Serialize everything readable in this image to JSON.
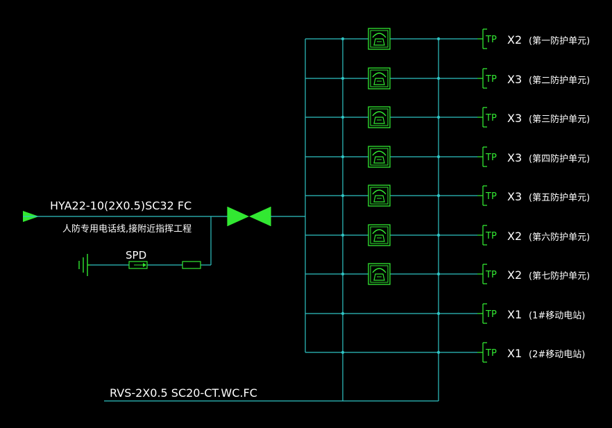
{
  "colors": {
    "background": "#000000",
    "wire": "#2fc4c4",
    "device": "#32e832",
    "text": "#ffffff"
  },
  "incoming": {
    "cable_label": "HYA22-10(2X0.5)SC32 FC",
    "description": "人防专用电话线,接附近指挥工程",
    "spd_label": "SPD"
  },
  "bus_cable_label": "RVS-2X0.5 SC20-CT.WC.FC",
  "icons": {
    "feed_arrow": "arrow-right-icon",
    "junction_box": "bowtie-distribution-icon",
    "spd": "surge-protector-icon",
    "fuse": "fuse-icon",
    "ground": "ground-icon",
    "telephone": "telephone-icon",
    "outlet": "tp-outlet-icon"
  },
  "branches": [
    {
      "has_phone": true,
      "outlet": "TP",
      "count": "X2",
      "area": "(第一防护单元)"
    },
    {
      "has_phone": true,
      "outlet": "TP",
      "count": "X3",
      "area": "(第二防护单元)"
    },
    {
      "has_phone": true,
      "outlet": "TP",
      "count": "X3",
      "area": "(第三防护单元)"
    },
    {
      "has_phone": true,
      "outlet": "TP",
      "count": "X3",
      "area": "(第四防护单元)"
    },
    {
      "has_phone": true,
      "outlet": "TP",
      "count": "X3",
      "area": "(第五防护单元)"
    },
    {
      "has_phone": true,
      "outlet": "TP",
      "count": "X2",
      "area": "(第六防护单元)"
    },
    {
      "has_phone": true,
      "outlet": "TP",
      "count": "X2",
      "area": "(第七防护单元)"
    },
    {
      "has_phone": false,
      "outlet": "TP",
      "count": "X1",
      "area": "(1#移动电站)"
    },
    {
      "has_phone": false,
      "outlet": "TP",
      "count": "X1",
      "area": "(2#移动电站)"
    }
  ]
}
